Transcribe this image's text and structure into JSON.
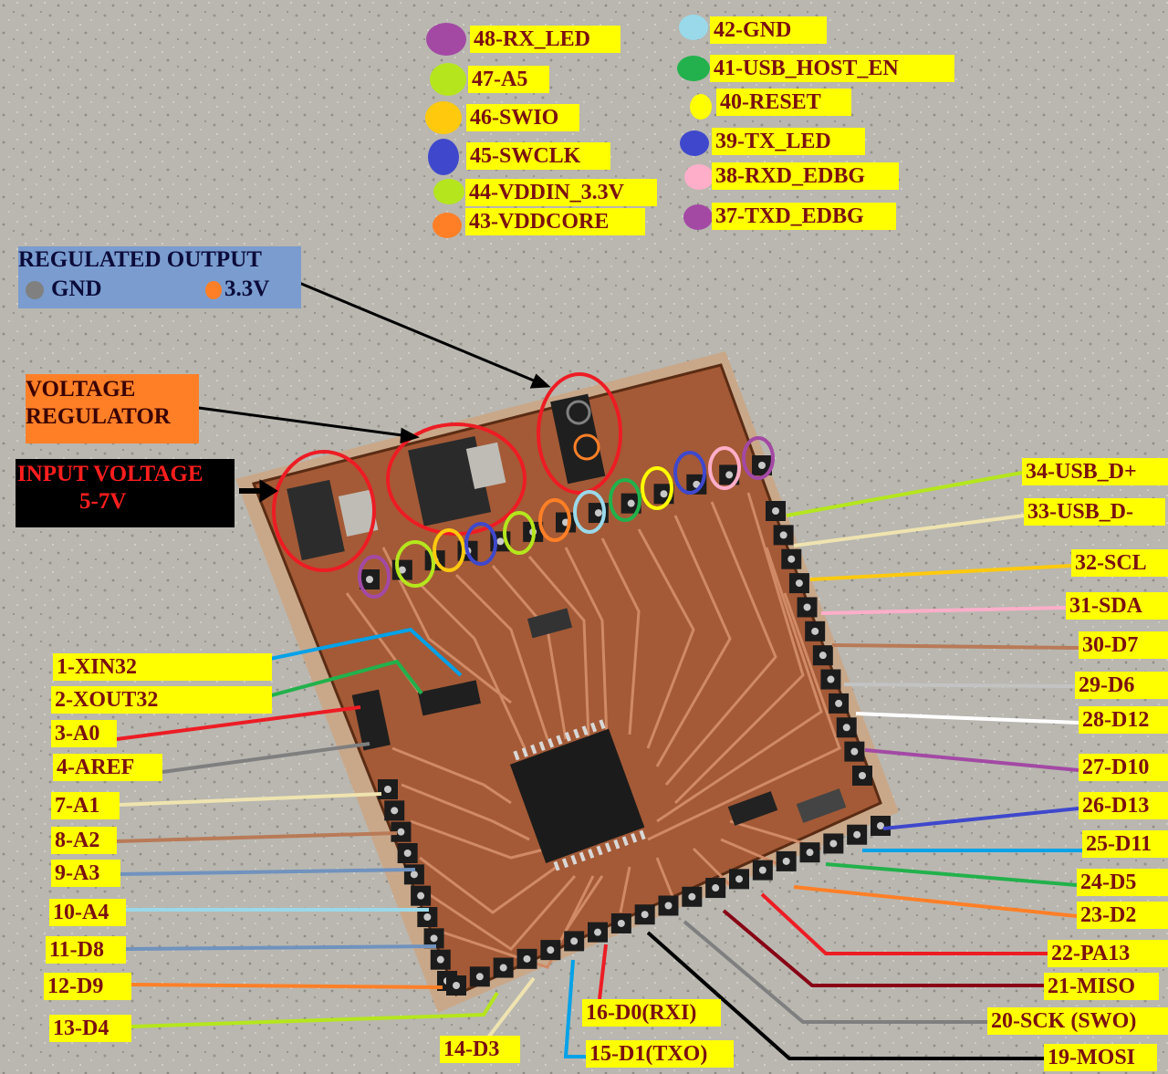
{
  "boxes": {
    "regulated": {
      "title": "REGULATED OUTPUT",
      "gnd": "GND",
      "v33": "3.3V",
      "bg": "#7a9ccf",
      "text": "#0b0b3a",
      "gnd_color": "#808080",
      "v33_color": "#ff7f27"
    },
    "regulator": {
      "line1": "VOLTAGE",
      "line2": "REGULATOR",
      "bg": "#ff7f27",
      "text": "#3a0000"
    },
    "input": {
      "line1": "INPUT VOLTAGE",
      "line2": "5-7V",
      "bg": "#000000",
      "text": "#ff1e1e"
    }
  },
  "top_pins": [
    {
      "label": "48-RX_LED",
      "color": "#a349a4"
    },
    {
      "label": "47-A5",
      "color": "#b5e61d"
    },
    {
      "label": "46-SWIO",
      "color": "#ffc90e"
    },
    {
      "label": "45-SWCLK",
      "color": "#3f48cc"
    },
    {
      "label": "44-VDDIN_3.3V",
      "color": "#b5e61d"
    },
    {
      "label": "43-VDDCORE",
      "color": "#ff7f27"
    },
    {
      "label": "42-GND",
      "color": "#99d9ea"
    },
    {
      "label": "41-USB_HOST_EN",
      "color": "#22b14c"
    },
    {
      "label": "40-RESET",
      "color": "#ffff00"
    },
    {
      "label": "39-TX_LED",
      "color": "#3f48cc"
    },
    {
      "label": "38-RXD_EDBG",
      "color": "#ffaec9"
    },
    {
      "label": "37-TXD_EDBG",
      "color": "#a349a4"
    }
  ],
  "left_pins": [
    {
      "label": "1-XIN32",
      "color": "#00a2e8"
    },
    {
      "label": "2-XOUT32",
      "color": "#22b14c"
    },
    {
      "label": "3-A0",
      "color": "#ed1c24"
    },
    {
      "label": "4-AREF",
      "color": "#7f7f7f"
    },
    {
      "label": "7-A1",
      "color": "#efe4b0"
    },
    {
      "label": "8-A2",
      "color": "#b97a57"
    },
    {
      "label": "9-A3",
      "color": "#7092be"
    },
    {
      "label": "10-A4",
      "color": "#99d9ea"
    },
    {
      "label": "11-D8",
      "color": "#7092be"
    },
    {
      "label": "12-D9",
      "color": "#ff7f27"
    },
    {
      "label": "13-D4",
      "color": "#b5e61d"
    }
  ],
  "bottom_pins": [
    {
      "label": "14-D3",
      "color": "#efe4b0"
    },
    {
      "label": "15-D1(TXO)",
      "color": "#00a2e8"
    },
    {
      "label": "16-D0(RXI)",
      "color": "#ed1c24"
    }
  ],
  "right_pins": [
    {
      "label": "34-USB_D+",
      "color": "#b5e61d"
    },
    {
      "label": "33-USB_D-",
      "color": "#efe4b0"
    },
    {
      "label": "32-SCL",
      "color": "#ffc90e"
    },
    {
      "label": "31-SDA",
      "color": "#ffaec9"
    },
    {
      "label": "30-D7",
      "color": "#b97a57"
    },
    {
      "label": "29-D6",
      "color": "#c3c3c3"
    },
    {
      "label": "28-D12",
      "color": "#ffffff"
    },
    {
      "label": "27-D10",
      "color": "#a349a4"
    },
    {
      "label": "26-D13",
      "color": "#3f48cc"
    },
    {
      "label": "25-D11",
      "color": "#00a2e8"
    },
    {
      "label": "24-D5",
      "color": "#22b14c"
    },
    {
      "label": "23-D2",
      "color": "#ff7f27"
    },
    {
      "label": "22-PA13",
      "color": "#ed1c24"
    },
    {
      "label": "21-MISO",
      "color": "#880015"
    },
    {
      "label": "20-SCK (SWO)",
      "color": "#7f7f7f"
    },
    {
      "label": "19-MOSI",
      "color": "#000000"
    }
  ],
  "board": {
    "copper": "#a45a36",
    "edge": "#5a2c14",
    "trace": "#d08a66"
  }
}
